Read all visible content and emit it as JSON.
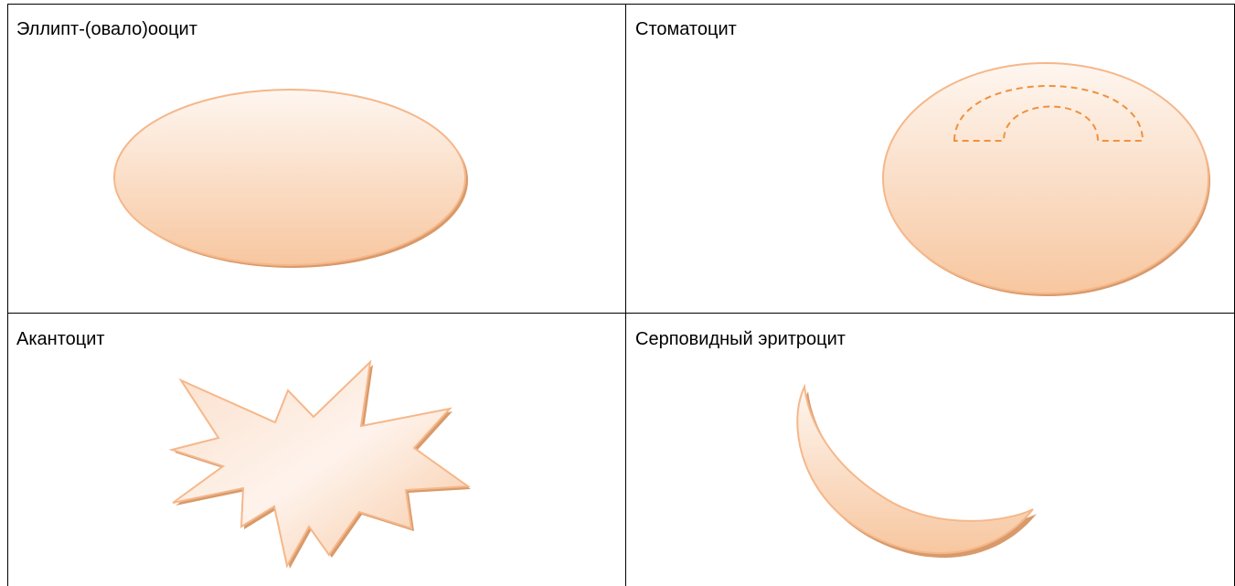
{
  "table": {
    "cells": [
      {
        "label": "Эллипт-(овало)ооцит",
        "shape": "ellipse-icon"
      },
      {
        "label": "Стоматоцит",
        "shape": "stomatocyte-icon"
      },
      {
        "label": "Акантоцит",
        "shape": "acanthocyte-icon"
      },
      {
        "label": "Серповидный эритроцит",
        "shape": "sickle-cell-icon"
      }
    ]
  },
  "colors": {
    "shape_fill_light": "#fef6f0",
    "shape_fill_dark": "#f7c7a0",
    "shape_stroke": "#f5b78a",
    "shape_shadow": "#d89a6a",
    "stomatocyte_dash": "#f0913d",
    "grid_line": "#000000"
  }
}
